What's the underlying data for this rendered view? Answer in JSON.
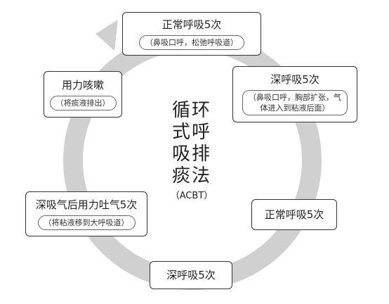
{
  "title_lines": [
    "循环",
    "式呼",
    "吸排",
    "痰法"
  ],
  "title_sub": "（ACBT）",
  "steps": [
    {
      "main": "正常呼吸5次",
      "sub": "（鼻吸口呼，松弛呼吸道）"
    },
    {
      "main": "深呼吸5次",
      "sub_lines": [
        "（鼻吸口呼，胸部扩张，气",
        "体进入到粘液后面）"
      ]
    },
    {
      "main": "正常呼吸5次"
    },
    {
      "main": "深呼吸5次"
    },
    {
      "main": "深吸气后用力吐气5次",
      "sub": "（将粘液移到大呼吸道）"
    },
    {
      "main": "用力咳嗽",
      "sub": "（将痰液排出）"
    }
  ],
  "colors": {
    "ring": "#cfcfcf",
    "border": "#333333",
    "text": "#222222"
  },
  "icons": {
    "arrow": "clockwise-arrowhead-icon"
  }
}
